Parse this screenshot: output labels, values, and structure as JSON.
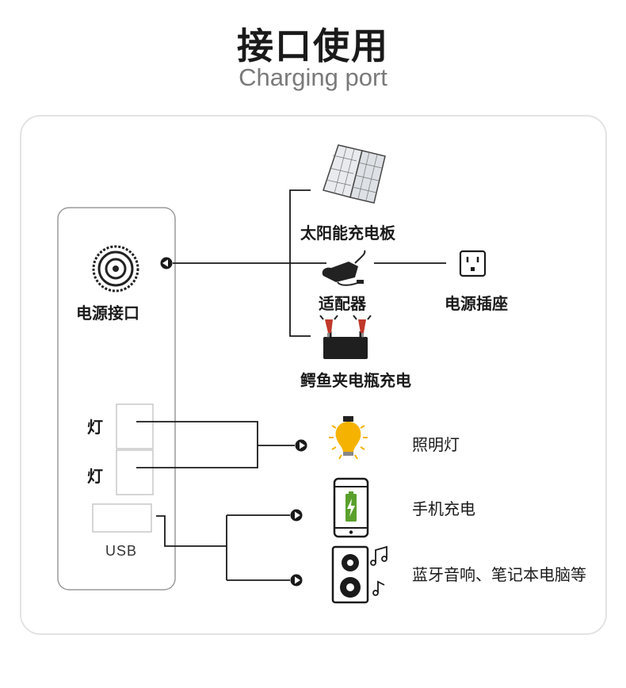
{
  "header": {
    "title": "接口使用",
    "subtitle": "Charging port"
  },
  "device": {
    "power_port_label": "电源接口",
    "light_label_1": "灯",
    "light_label_2": "灯",
    "usb_label": "USB"
  },
  "inputs": {
    "solar_panel": "太阳能充电板",
    "adapter": "适配器",
    "wall_socket": "电源插座",
    "alligator_clip": "鳄鱼夹电瓶充电"
  },
  "outputs": {
    "lighting": "照明灯",
    "phone_charging": "手机充电",
    "speaker_laptop": "蓝牙音响、笔记本电脑等"
  },
  "colors": {
    "line": "#1a1a1a",
    "bulb_yellow": "#f5b300",
    "battery_green": "#5aa02c",
    "clip_red": "#c0392b",
    "card_border": "#e3e3e3"
  }
}
